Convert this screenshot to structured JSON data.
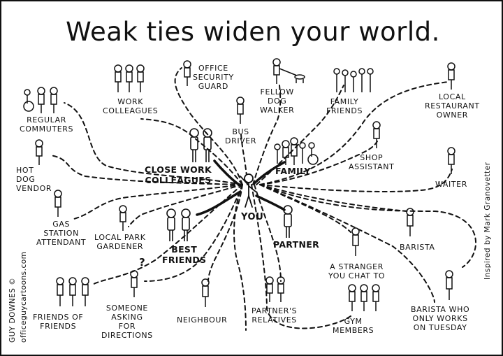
{
  "title": "Weak ties widen your world.",
  "center": "YOU",
  "labels": {
    "office_security_guard": "OFFICE\nSECURITY\nGUARD",
    "work_colleagues": "WORK\nCOLLEAGUES",
    "regular_commuters": "REGULAR\nCOMMUTERS",
    "hot_dog_vendor": "HOT\nDOG\nVENDOR",
    "gas_station_attendant": "GAS\nSTATION\nATTENDANT",
    "local_park_gardener": "LOCAL PARK\nGARDENER",
    "friends_of_friends": "FRIENDS OF\nFRIENDS",
    "someone_asking": "SOMEONE\nASKING\nFOR\nDIRECTIONS",
    "neighbour": "NEIGHBOUR",
    "bus_driver": "BUS\nDRIVER",
    "fellow_dog_walker": "FELLOW\nDOG\nWALKER",
    "family_friends": "FAMILY\nFRIENDS",
    "local_restaurant_owner": "LOCAL\nRESTAURANT\nOWNER",
    "shop_assistant": "SHOP\nASSISTANT",
    "waiter": "WAITER",
    "barista": "BARISTA",
    "stranger": "A STRANGER\nYOU CHAT TO",
    "partners_relatives": "PARTNER'S\nRELATIVES",
    "gym_members": "GYM\nMEMBERS",
    "barista_tuesday": "BARISTA WHO\nONLY WORKS\nON TUESDAY",
    "close_work_colleagues": "CLOSE WORK\nCOLLEAGUES",
    "family": "FAMILY",
    "best_friends": "BEST\nFRIENDS",
    "partner": "PARTNER"
  },
  "credit_left_1": "GUY DOWNES ©",
  "credit_left_2": "officeguycartoons.com",
  "credit_right": "Inspired by Mark Granovetter",
  "question_mark": "?"
}
